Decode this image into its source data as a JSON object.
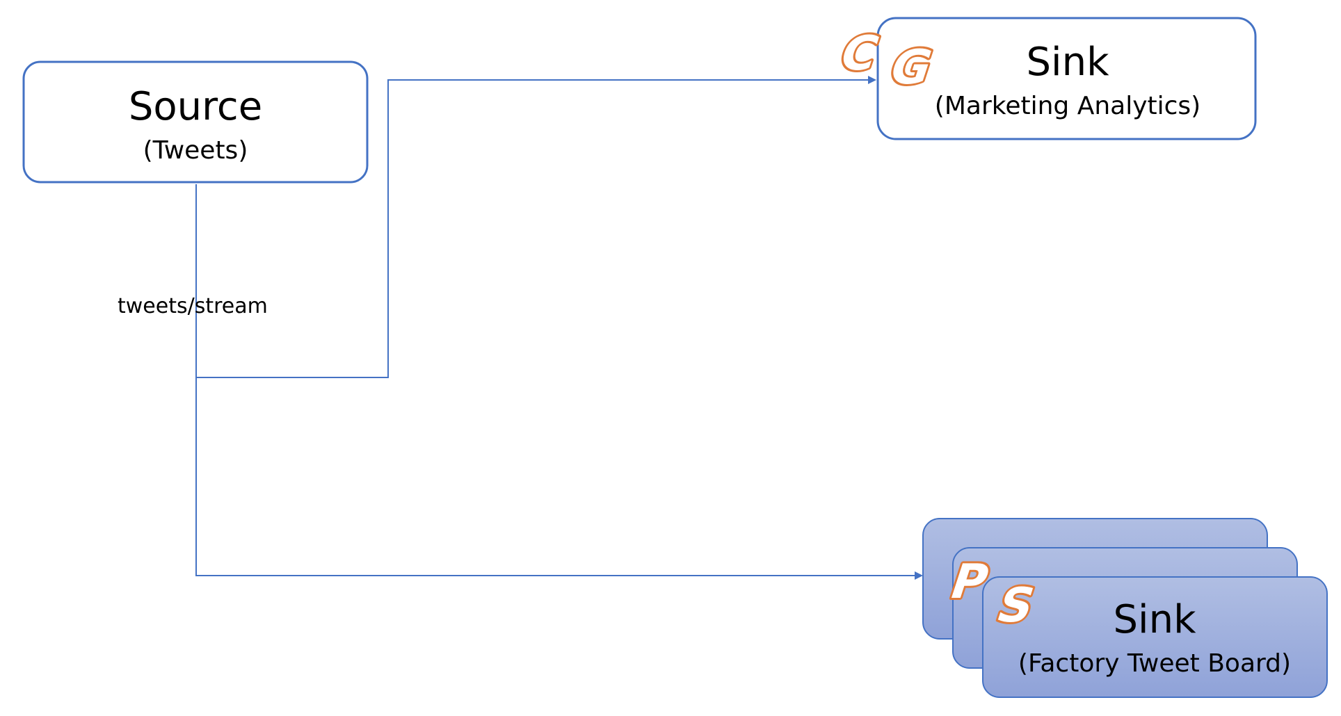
{
  "nodes": {
    "source": {
      "title": "Source",
      "subtitle": "(Tweets)"
    },
    "sink_marketing": {
      "title": "Sink",
      "subtitle": "(Marketing Analytics)",
      "badge": [
        "C",
        "G"
      ],
      "badge_icon": "consumer-group-icon"
    },
    "sink_factory": {
      "title": "Sink",
      "subtitle": "(Factory Tweet Board)",
      "badge": [
        "P",
        "S"
      ],
      "badge_icon": "pub-sub-icon",
      "instances": 3
    }
  },
  "edges": {
    "stream_label": "tweets/stream"
  },
  "colors": {
    "line": "#4472C4",
    "node_border": "#4472C4",
    "fill_factory": "#A9B8E0",
    "badge_orange": "#E07B39"
  }
}
